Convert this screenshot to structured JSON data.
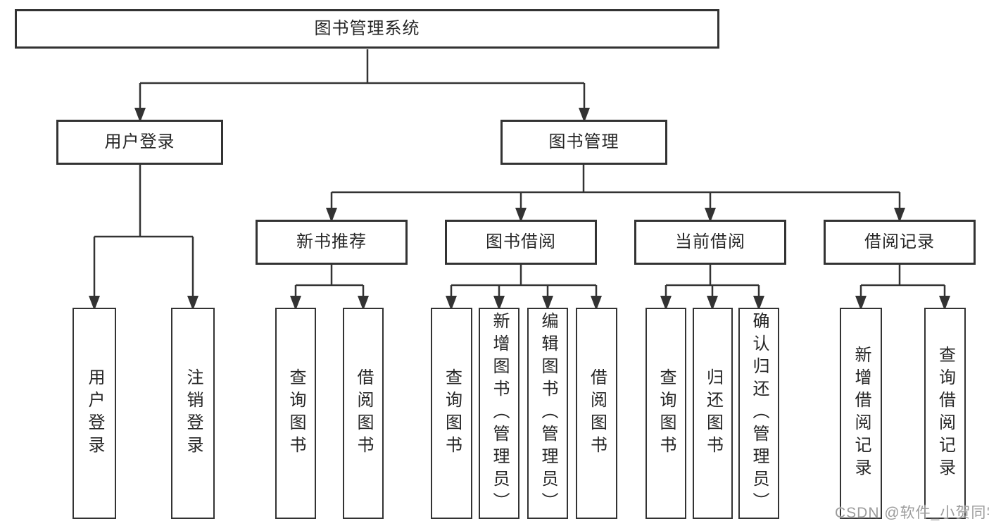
{
  "diagram": {
    "title": "图书管理系统",
    "type": "hierarchy-tree",
    "colors": {
      "line": "#333333",
      "border": "#333333",
      "text": "#262626",
      "background": "#ffffff",
      "watermark_text_color": "#9c9c9c"
    },
    "tree": {
      "root": {
        "label": "图书管理系统"
      },
      "children": [
        {
          "label": "用户登录",
          "children": [
            {
              "label": "用户登录"
            },
            {
              "label": "注销登录"
            }
          ]
        },
        {
          "label": "图书管理",
          "children": [
            {
              "label": "新书推荐",
              "children": [
                {
                  "label": "查询图书"
                },
                {
                  "label": "借阅图书"
                }
              ]
            },
            {
              "label": "图书借阅",
              "children": [
                {
                  "label": "查询图书"
                },
                {
                  "label": "新增图书（管理员）"
                },
                {
                  "label": "编辑图书（管理员）"
                },
                {
                  "label": "借阅图书"
                }
              ]
            },
            {
              "label": "当前借阅",
              "children": [
                {
                  "label": "查询图书"
                },
                {
                  "label": "归还图书"
                },
                {
                  "label": "确认归还（管理员）"
                }
              ]
            },
            {
              "label": "借阅记录",
              "children": [
                {
                  "label": "新增借阅记录"
                },
                {
                  "label": "查询借阅记录"
                }
              ]
            }
          ]
        }
      ]
    },
    "watermark": {
      "text": "CSDN @软件_小贺同学"
    }
  }
}
